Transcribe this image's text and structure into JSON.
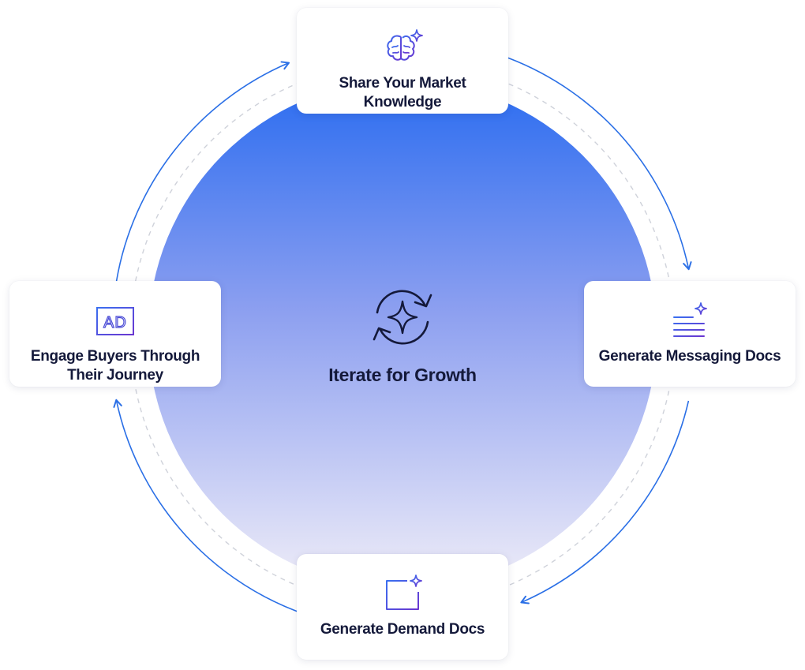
{
  "diagram": {
    "center": {
      "title": "Iterate for Growth",
      "icon": "refresh-sparkle-icon"
    },
    "steps": [
      {
        "label": "Share Your Market Knowledge",
        "icon": "brain-sparkle-icon"
      },
      {
        "label": "Generate Messaging Docs",
        "icon": "lines-sparkle-icon"
      },
      {
        "label": "Generate Demand Docs",
        "icon": "window-sparkle-icon"
      },
      {
        "label": "Engage Buyers Through Their Journey",
        "icon": "ad-icon"
      }
    ],
    "ad_icon_text": "AD",
    "colors": {
      "gradient_top": "#2f73ee",
      "gradient_mid": "#8c9ff0",
      "gradient_bottom": "#ece9f8",
      "arrow": "#2a6fe6",
      "icon_stroke": "#4a4bd6",
      "text": "#14193a"
    }
  }
}
